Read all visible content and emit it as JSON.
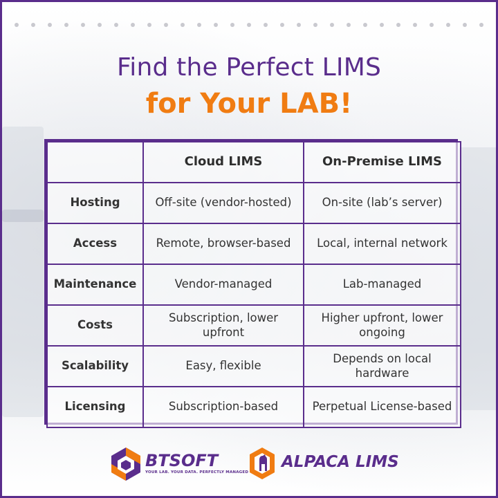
{
  "title_line1": "Find the Perfect LIMS",
  "title_line2": "for Your LAB!",
  "colors": {
    "border": "#5a2d8c",
    "title_purple": "#5a2d8c",
    "title_orange": "#f07c12"
  },
  "table": {
    "headers": [
      "",
      "Cloud LIMS",
      "On-Premise LIMS"
    ],
    "rows": [
      {
        "label": "Hosting",
        "cloud": "Off-site (vendor-hosted)",
        "onprem": "On-site (lab’s server)"
      },
      {
        "label": "Access",
        "cloud": "Remote, browser-based",
        "onprem": "Local, internal network"
      },
      {
        "label": "Maintenance",
        "cloud": "Vendor-managed",
        "onprem": "Lab-managed"
      },
      {
        "label": "Costs",
        "cloud": "Subscription, lower upfront",
        "onprem": "Higher upfront, lower ongoing"
      },
      {
        "label": "Scalability",
        "cloud": "Easy, flexible",
        "onprem": "Depends on local hardware"
      },
      {
        "label": "Licensing",
        "cloud": "Subscription-based",
        "onprem": "Perpetual License-based"
      }
    ]
  },
  "logos": {
    "btsoft_name": "BTSOFT",
    "btsoft_tagline": "YOUR LAB. YOUR DATA. PERFECTLY MANAGED",
    "alpaca_name": "ALPACA LIMS",
    "icons": [
      "btsoft-hexagon-icon",
      "alpaca-icon"
    ]
  }
}
